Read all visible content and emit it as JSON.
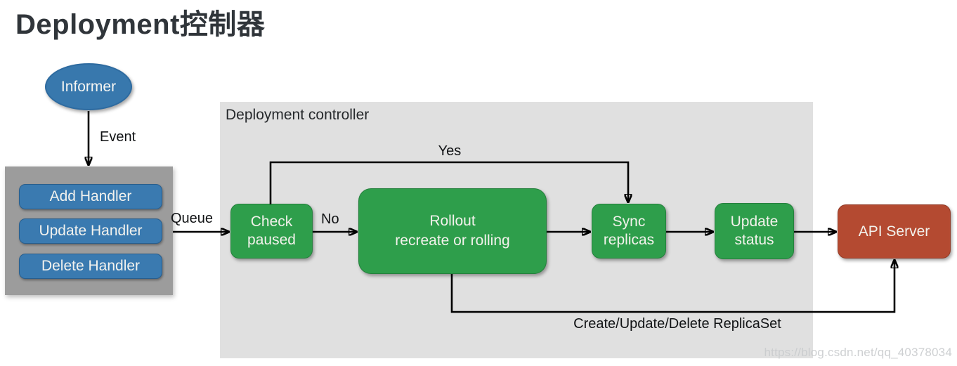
{
  "title": "Deployment控制器",
  "diagram": {
    "informer": {
      "label": "Informer"
    },
    "handlers_box": {
      "buttons": [
        {
          "label": "Add Handler"
        },
        {
          "label": "Update Handler"
        },
        {
          "label": "Delete Handler"
        }
      ]
    },
    "controller_box": {
      "label": "Deployment controller",
      "check_paused": "Check\npaused",
      "rollout": "Rollout\nrecreate or rolling",
      "sync_replicas": "Sync\nreplicas",
      "update_status": "Update\nstatus"
    },
    "api_server": {
      "label": "API Server"
    },
    "edge_labels": {
      "event": "Event",
      "queue": "Queue",
      "no": "No",
      "yes": "Yes",
      "replicaset": "Create/Update/Delete ReplicaSet"
    }
  },
  "colors": {
    "blue_node": "#3a7ab0",
    "green_node": "#2e9e4b",
    "red_node": "#b44a31",
    "handlers_box_bg": "#9c9c9c",
    "controller_box_bg": "#e0e0e0",
    "arrow": "#000000",
    "title_text": "#30353a"
  },
  "watermark": "https://blog.csdn.net/qq_40378034"
}
